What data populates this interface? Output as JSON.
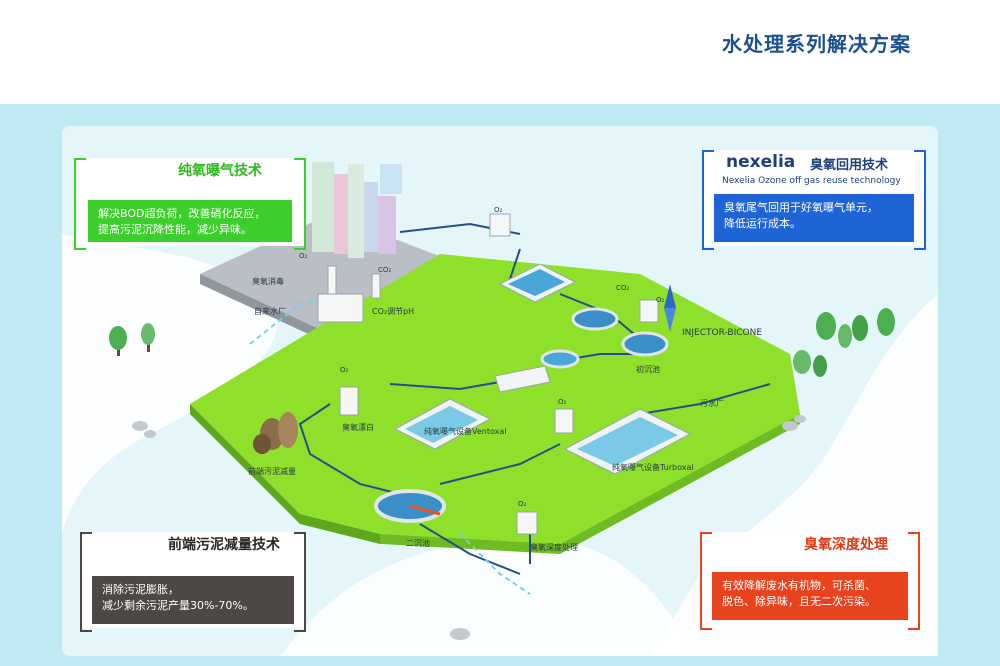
{
  "title": "水处理系列解决方案",
  "callouts": {
    "pure_oxygen": {
      "heading": "纯氧曝气技术",
      "body_line1": "解决BOD超负荷，改善硝化反应，",
      "body_line2": "提高污泥沉降性能，减少异味。",
      "color": "#3ccf2b"
    },
    "ozone_reuse": {
      "brand": "nexelia",
      "heading": "臭氧回用技术",
      "subtitle": "Nexelia Ozone off gas reuse technology",
      "body_line1": "臭氧尾气回用于好氧曝气单元，",
      "body_line2": "降低运行成本。",
      "color": "#1e64d6"
    },
    "sludge_reduction": {
      "heading": "前端污泥减量技术",
      "body_line1": "消除污泥膨胀，",
      "body_line2": "减少剩余污泥产量30%-70%。",
      "color": "#4d4846"
    },
    "ozone_deep": {
      "heading": "臭氧深度处理",
      "body_line1": "有效降解废水有机物，可杀菌、",
      "body_line2": "脱色、除异味，且无二次污染。",
      "color": "#e8431e"
    }
  },
  "labels": {
    "o2_a": "O₂",
    "o2_b": "O₂",
    "o2_c": "O₂",
    "o2_d": "O₂",
    "o2_e": "O₂",
    "o2_f": "O₂",
    "co2_a": "CO₂",
    "co2_b": "CO₂",
    "ozone_disinfect": "臭氧消毒",
    "tap_water_plant": "自来水厂",
    "co2_ph": "CO₂调节pH",
    "injector": "INJECTOR-BICONE",
    "primary_clarifier": "初沉池",
    "wastewater_plant": "污水厂",
    "ozone_bleach": "臭氧漂白",
    "ventoxal": "纯氧曝气设备Ventoxal",
    "turboxal": "纯氧曝气设备Turboxal",
    "front_sludge": "前端污泥减量",
    "secondary_clarifier": "二沉池",
    "ozone_deep_treat": "臭氧深度处理"
  }
}
